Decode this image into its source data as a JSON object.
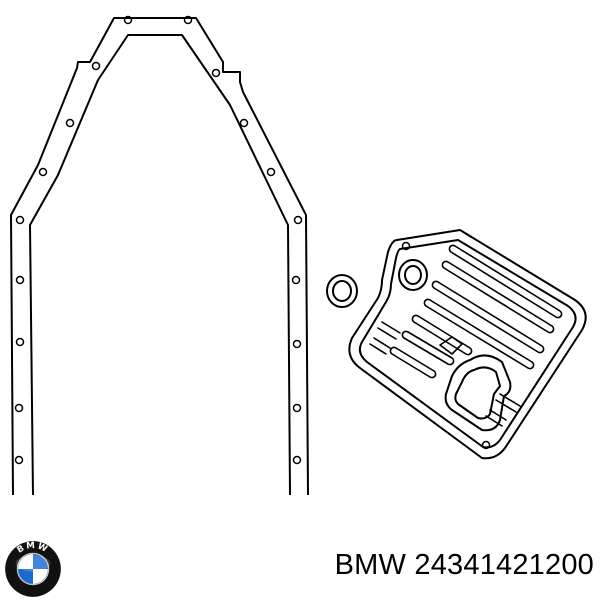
{
  "caption": {
    "brand": "BMW",
    "part_number": "24341421200"
  },
  "logo": {
    "lettering": "BMW",
    "colors": {
      "ring": "#111111",
      "blue": "#1c69d4",
      "white": "#ffffff"
    }
  },
  "line_color": "#000000",
  "background": "#ffffff"
}
